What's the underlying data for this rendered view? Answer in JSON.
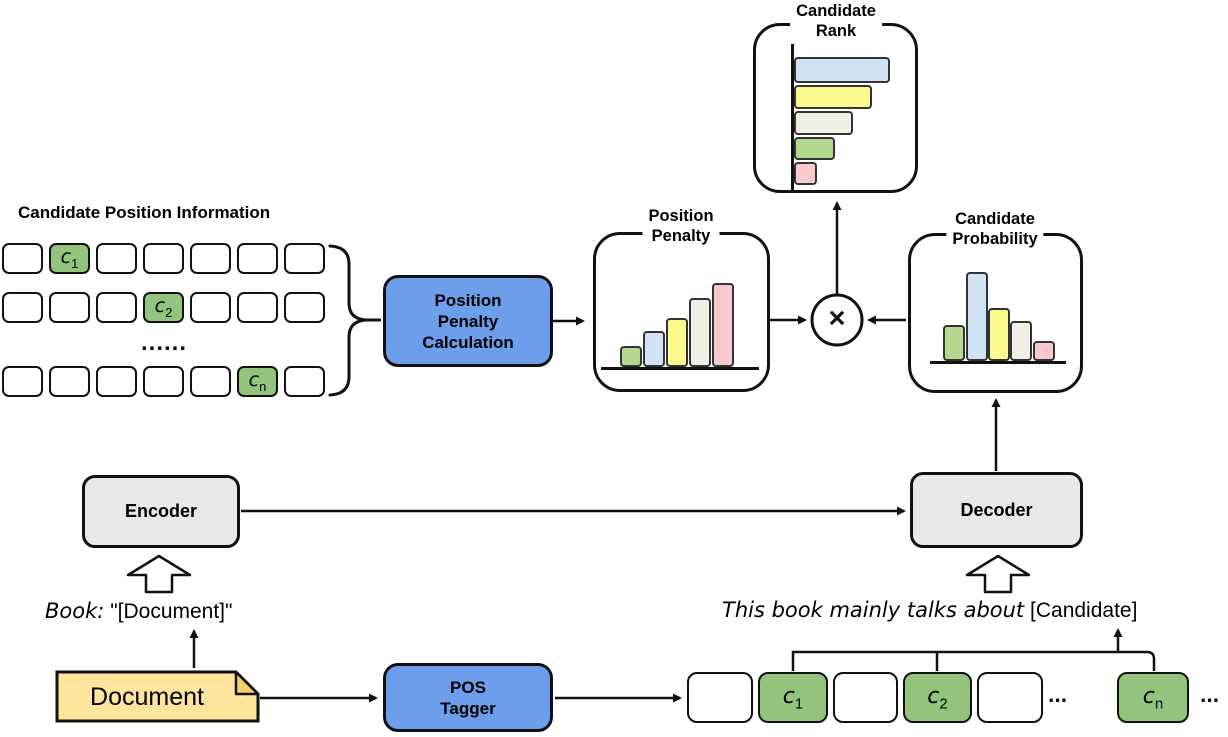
{
  "colors": {
    "line": "#111111",
    "box_blue": "#6d9eeb",
    "box_gray": "#e8e8e8",
    "doc_yellow": "#ffe59b",
    "doc_fold": "#f3cf6a",
    "token_green": "#93c47d",
    "bar_blue": "#cfe3f5",
    "bar_yellow": "#fafa8e",
    "bar_cream": "#f1efe5",
    "bar_green": "#b4d88e",
    "bar_pink": "#f9c9cd"
  },
  "left_panel": {
    "title": "Candidate Position Information",
    "ellipsis": "......",
    "tokens": {
      "c1": {
        "base": "c",
        "sub": "1"
      },
      "c2": {
        "base": "c",
        "sub": "2"
      },
      "cn": {
        "base": "c",
        "sub": "n"
      }
    }
  },
  "ppc_box": {
    "line1": "Position",
    "line2": "Penalty",
    "line3": "Calculation"
  },
  "charts": {
    "rank": {
      "title1": "Candidate",
      "title2": "Rank"
    },
    "penalty": {
      "title1": "Position",
      "title2": "Penalty"
    },
    "probability": {
      "title1": "Candidate",
      "title2": "Probability"
    }
  },
  "operator": {
    "symbol": "×"
  },
  "encoder": {
    "label": "Encoder"
  },
  "decoder": {
    "label": "Decoder"
  },
  "book_prompt": {
    "handwritten": "Book:",
    "plain": "\"[Document]\""
  },
  "candidate_prompt": {
    "handwritten": "This book mainly talks about",
    "plain": "[Candidate]"
  },
  "document_box": {
    "label": "Document"
  },
  "pos_tagger": {
    "line1": "POS",
    "line2": "Tagger"
  },
  "bottom_row": {
    "tokens": {
      "c1": {
        "base": "c",
        "sub": "1"
      },
      "c2": {
        "base": "c",
        "sub": "2"
      },
      "cn": {
        "base": "c",
        "sub": "n"
      }
    },
    "ellipsis_mid": "...",
    "ellipsis_end": "..."
  }
}
